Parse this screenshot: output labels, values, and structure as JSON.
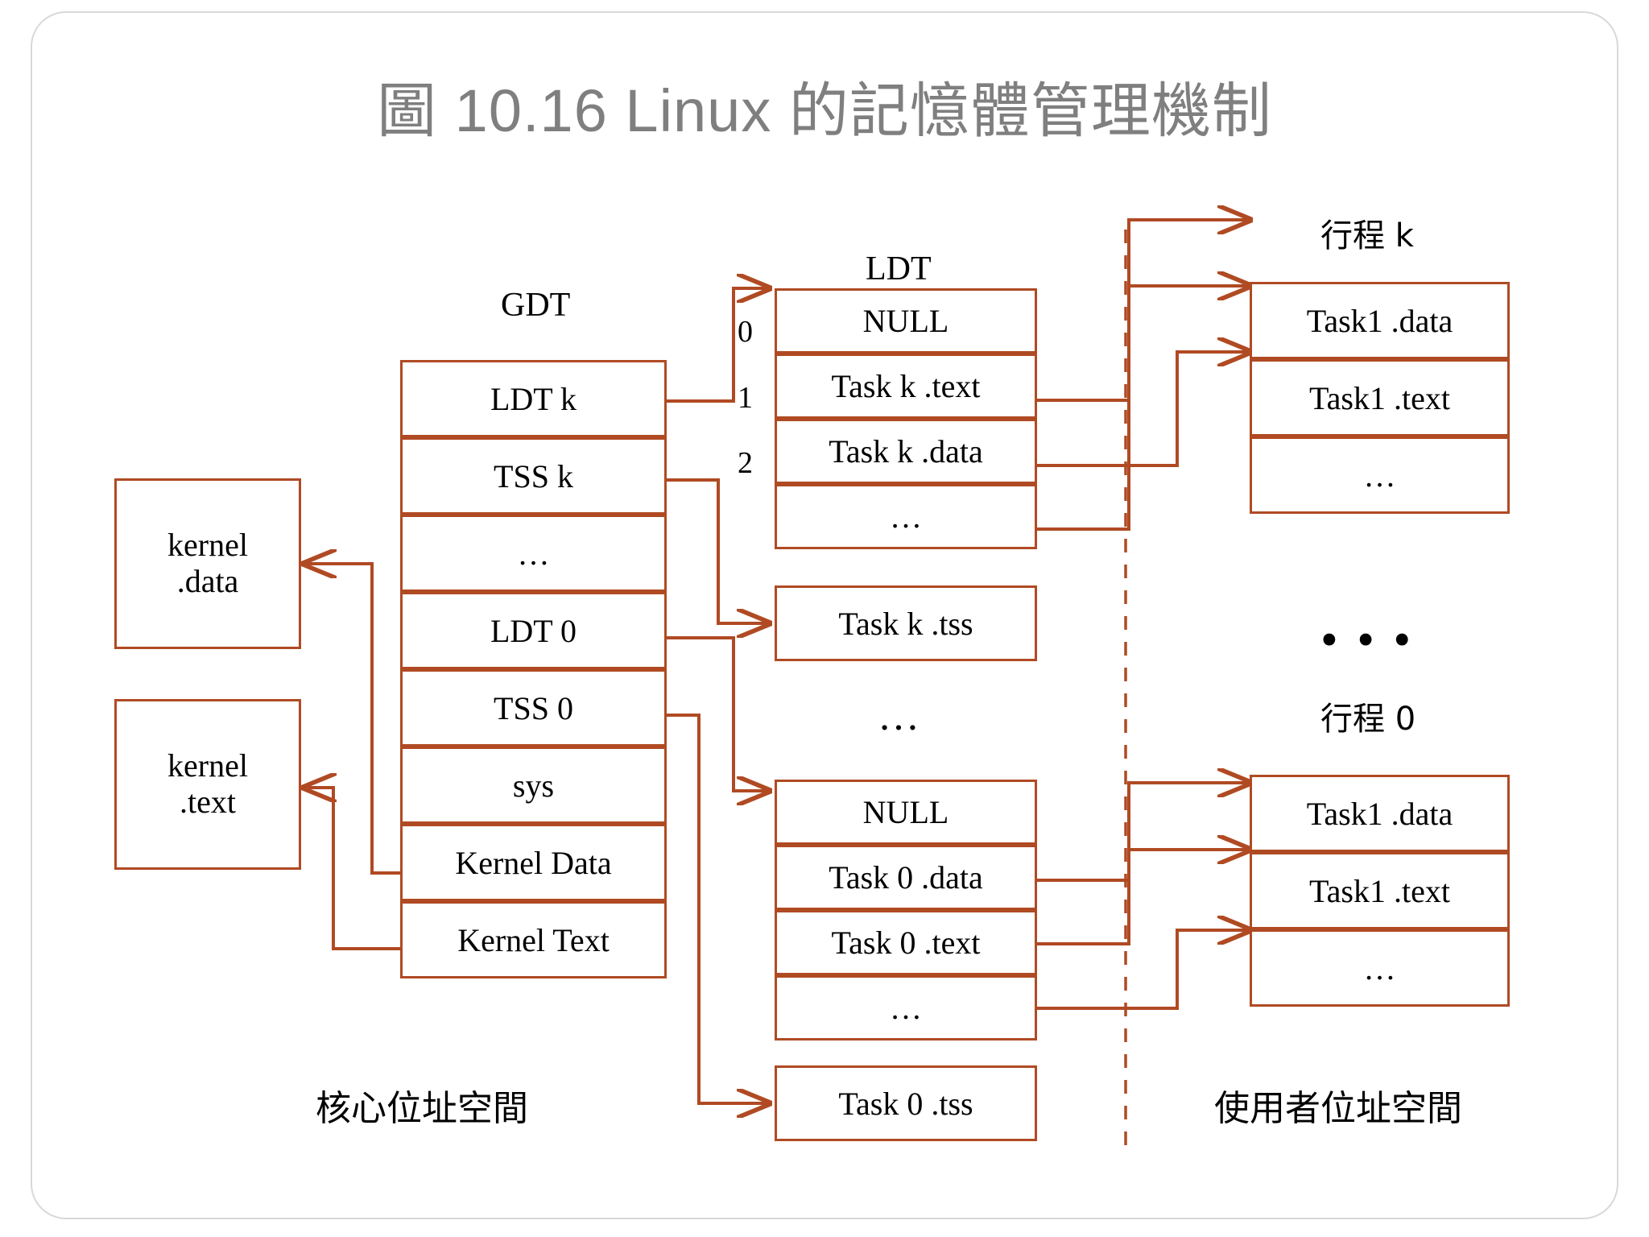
{
  "title": "圖 10.16 Linux 的記憶體管理機制",
  "headers": {
    "gdt": "GDT",
    "ldt": "LDT",
    "process_k": "行程 k",
    "process_0": "行程 0"
  },
  "footers": {
    "kernel_space": "核心位址空間",
    "user_space": "使用者位址空間"
  },
  "kernel_boxes": [
    {
      "line1": "kernel",
      "line2": ".data"
    },
    {
      "line1": "kernel",
      "line2": ".text"
    }
  ],
  "gdt": {
    "label": "GDT",
    "rows": [
      "LDT k",
      "TSS k",
      "…",
      "LDT 0",
      "TSS 0",
      "sys",
      "Kernel Data",
      "Kernel Text"
    ]
  },
  "ldt_k": {
    "label": "LDT",
    "indices": [
      "0",
      "1",
      "2"
    ],
    "rows": [
      "NULL",
      "Task k .text",
      "Task k .data",
      "…"
    ]
  },
  "tss_k": {
    "label": "Task k .tss"
  },
  "middle_dots": "…",
  "ldt_0": {
    "rows": [
      "NULL",
      "Task 0 .data",
      "Task 0 .text",
      "…"
    ]
  },
  "tss_0": {
    "label": "Task 0 .tss"
  },
  "process_k": {
    "label": "行程 k",
    "rows": [
      "Task1 .data",
      "Task1 .text",
      "…"
    ]
  },
  "process_0": {
    "label": "行程 0",
    "rows": [
      "Task1 .data",
      "Task1 .text",
      "…"
    ]
  },
  "right_dots": "• • •",
  "colors": {
    "line": "#B04A23",
    "title": "#7f7f7f",
    "text": "#000000",
    "frame": "#d8d8d8",
    "background": "#ffffff"
  }
}
